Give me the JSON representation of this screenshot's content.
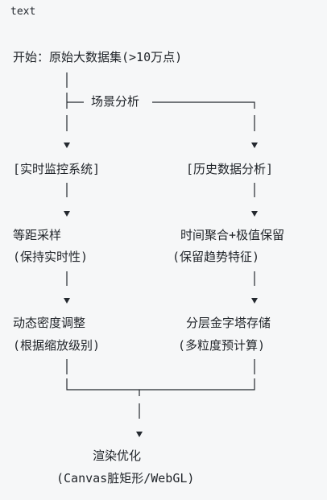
{
  "code_block": {
    "language_label": "text"
  },
  "diagram": {
    "start": "开始：原始大数据集(>10万点)",
    "scene_analysis": "场景分析",
    "left_branch": {
      "system": "[实时监控系统]",
      "method": "等距采样",
      "method_note": "(保持实时性)",
      "adjust": "动态密度调整",
      "adjust_note": "(根据缩放级别)"
    },
    "right_branch": {
      "system": "[历史数据分析]",
      "method": "时间聚合+极值保留",
      "method_note": "(保留趋势特征)",
      "adjust": "分层金字塔存储",
      "adjust_note": "(多粒度预计算)"
    },
    "end": "渲染优化",
    "end_note": "(Canvas脏矩形/WebGL)"
  }
}
